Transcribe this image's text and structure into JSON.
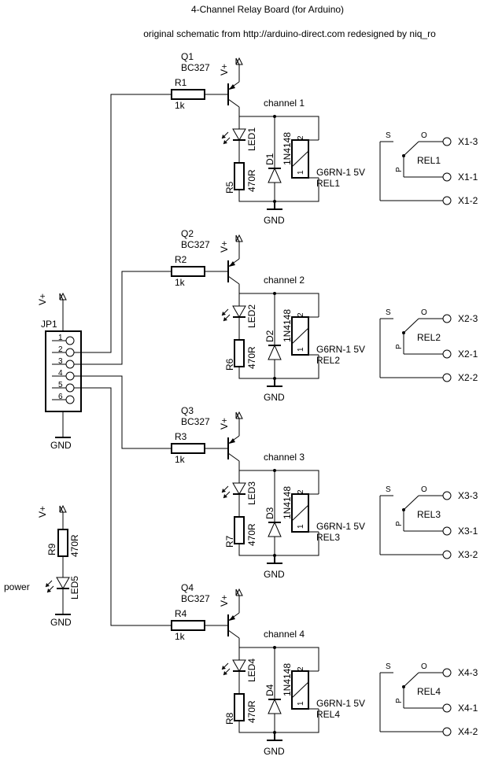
{
  "header": {
    "title": "4-Channel Relay Board (for Arduino)",
    "subtitle": "original schematic from http://arduino-direct.com redesigned by niq_ro"
  },
  "connector": {
    "name": "JP1",
    "supply": "V+",
    "ground": "GND",
    "pins": [
      "1",
      "2",
      "3",
      "4",
      "5",
      "6"
    ]
  },
  "power_indicator": {
    "label": "power",
    "supply": "V+",
    "resistor": "R9",
    "resistor_value": "470R",
    "led": "LED5",
    "ground": "GND"
  },
  "channels": [
    {
      "transistor": "Q1",
      "transistor_type": "BC327",
      "supply": "V+",
      "base_resistor": "R1",
      "base_resistor_value": "1k",
      "label": "channel 1",
      "led": "LED1",
      "led_resistor": "R5",
      "led_resistor_value": "470R",
      "diode": "D1",
      "diode_type": "1N4148",
      "relay_type": "G6RN-1 5V",
      "relay": "REL1",
      "coil_pin_top": "2",
      "coil_pin_bottom": "1",
      "contact_s": "S",
      "contact_o": "O",
      "contact_p": "P",
      "contact_label": "REL1",
      "terminals": [
        "X1-3",
        "X1-1",
        "X1-2"
      ],
      "ground": "GND"
    },
    {
      "transistor": "Q2",
      "transistor_type": "BC327",
      "supply": "V+",
      "base_resistor": "R2",
      "base_resistor_value": "1k",
      "label": "channel 2",
      "led": "LED2",
      "led_resistor": "R6",
      "led_resistor_value": "470R",
      "diode": "D2",
      "diode_type": "1N4148",
      "relay_type": "G6RN-1 5V",
      "relay": "REL2",
      "coil_pin_top": "2",
      "coil_pin_bottom": "1",
      "contact_s": "S",
      "contact_o": "O",
      "contact_p": "P",
      "contact_label": "REL2",
      "terminals": [
        "X2-3",
        "X2-1",
        "X2-2"
      ],
      "ground": "GND"
    },
    {
      "transistor": "Q3",
      "transistor_type": "BC327",
      "supply": "V+",
      "base_resistor": "R3",
      "base_resistor_value": "1k",
      "label": "channel 3",
      "led": "LED3",
      "led_resistor": "R7",
      "led_resistor_value": "470R",
      "diode": "D3",
      "diode_type": "1N4148",
      "relay_type": "G6RN-1 5V",
      "relay": "REL3",
      "coil_pin_top": "2",
      "coil_pin_bottom": "1",
      "contact_s": "S",
      "contact_o": "O",
      "contact_p": "P",
      "contact_label": "REL3",
      "terminals": [
        "X3-3",
        "X3-1",
        "X3-2"
      ],
      "ground": "GND"
    },
    {
      "transistor": "Q4",
      "transistor_type": "BC327",
      "supply": "V+",
      "base_resistor": "R4",
      "base_resistor_value": "1k",
      "label": "channel 4",
      "led": "LED4",
      "led_resistor": "R8",
      "led_resistor_value": "470R",
      "diode": "D4",
      "diode_type": "1N4148",
      "relay_type": "G6RN-1 5V",
      "relay": "REL4",
      "coil_pin_top": "2",
      "coil_pin_bottom": "1",
      "contact_s": "S",
      "contact_o": "O",
      "contact_p": "P",
      "contact_label": "REL4",
      "terminals": [
        "X4-3",
        "X4-1",
        "X4-2"
      ],
      "ground": "GND"
    }
  ]
}
